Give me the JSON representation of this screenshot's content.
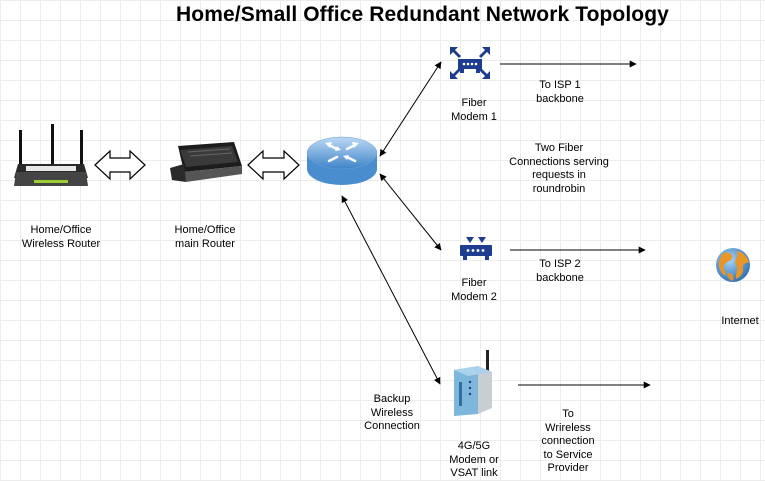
{
  "title": "Home/Small Office Redundant Network Topology",
  "nodes": {
    "wireless_router": {
      "lines": [
        "Home/Office",
        "Wireless Router"
      ]
    },
    "main_router": {
      "lines": [
        "Home/Office",
        "main Router"
      ]
    },
    "fiber_modem_1": {
      "lines": [
        "Fiber",
        "Modem 1"
      ]
    },
    "fiber_modem_2": {
      "lines": [
        "Fiber",
        "Modem 2"
      ]
    },
    "wireless_modem": {
      "lines": [
        "4G/5G",
        "Modem or",
        "VSAT link"
      ]
    },
    "internet": {
      "lines": [
        "Internet"
      ]
    }
  },
  "annotations": {
    "isp1": [
      "To ISP 1",
      "backbone"
    ],
    "isp2": [
      "To ISP 2",
      "backbone"
    ],
    "roundrobin": [
      "Two Fiber",
      "Connections serving",
      "requests in",
      "roundrobin"
    ],
    "backup": [
      "Backup",
      "Wireless",
      "Connection"
    ],
    "provider": [
      "To",
      "Wrireless",
      "connection",
      "to Service",
      "Provider"
    ]
  },
  "colors": {
    "modem_blue": "#1f3d8f",
    "router_blue": "#6aa3d8",
    "globe_blue": "#3b82c9",
    "globe_orange": "#e8952a"
  }
}
